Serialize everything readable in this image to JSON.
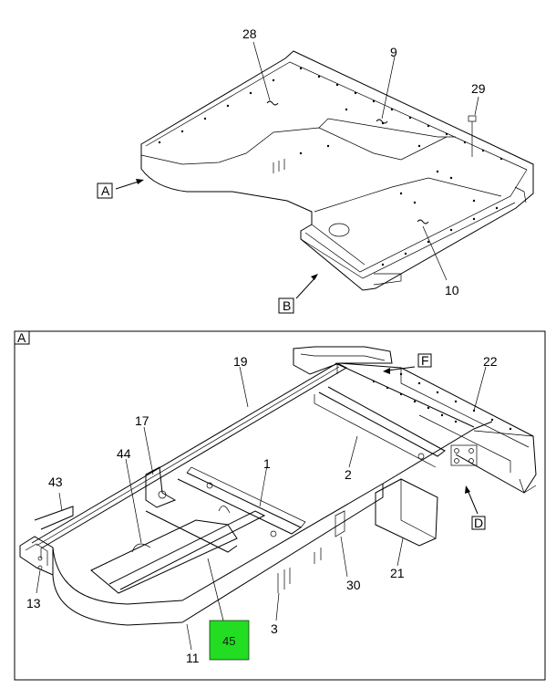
{
  "diagram": {
    "top_view": {
      "callouts": [
        "28",
        "9",
        "29",
        "10"
      ],
      "view_tags": [
        "A",
        "B"
      ]
    },
    "detail_view": {
      "frame_label": "A",
      "callouts": [
        "19",
        "22",
        "17",
        "44",
        "2",
        "1",
        "43",
        "30",
        "21",
        "13",
        "3",
        "11"
      ],
      "view_tags": [
        "F",
        "D"
      ],
      "highlighted_callout": {
        "label": "45",
        "color": "#22dd22"
      }
    }
  }
}
